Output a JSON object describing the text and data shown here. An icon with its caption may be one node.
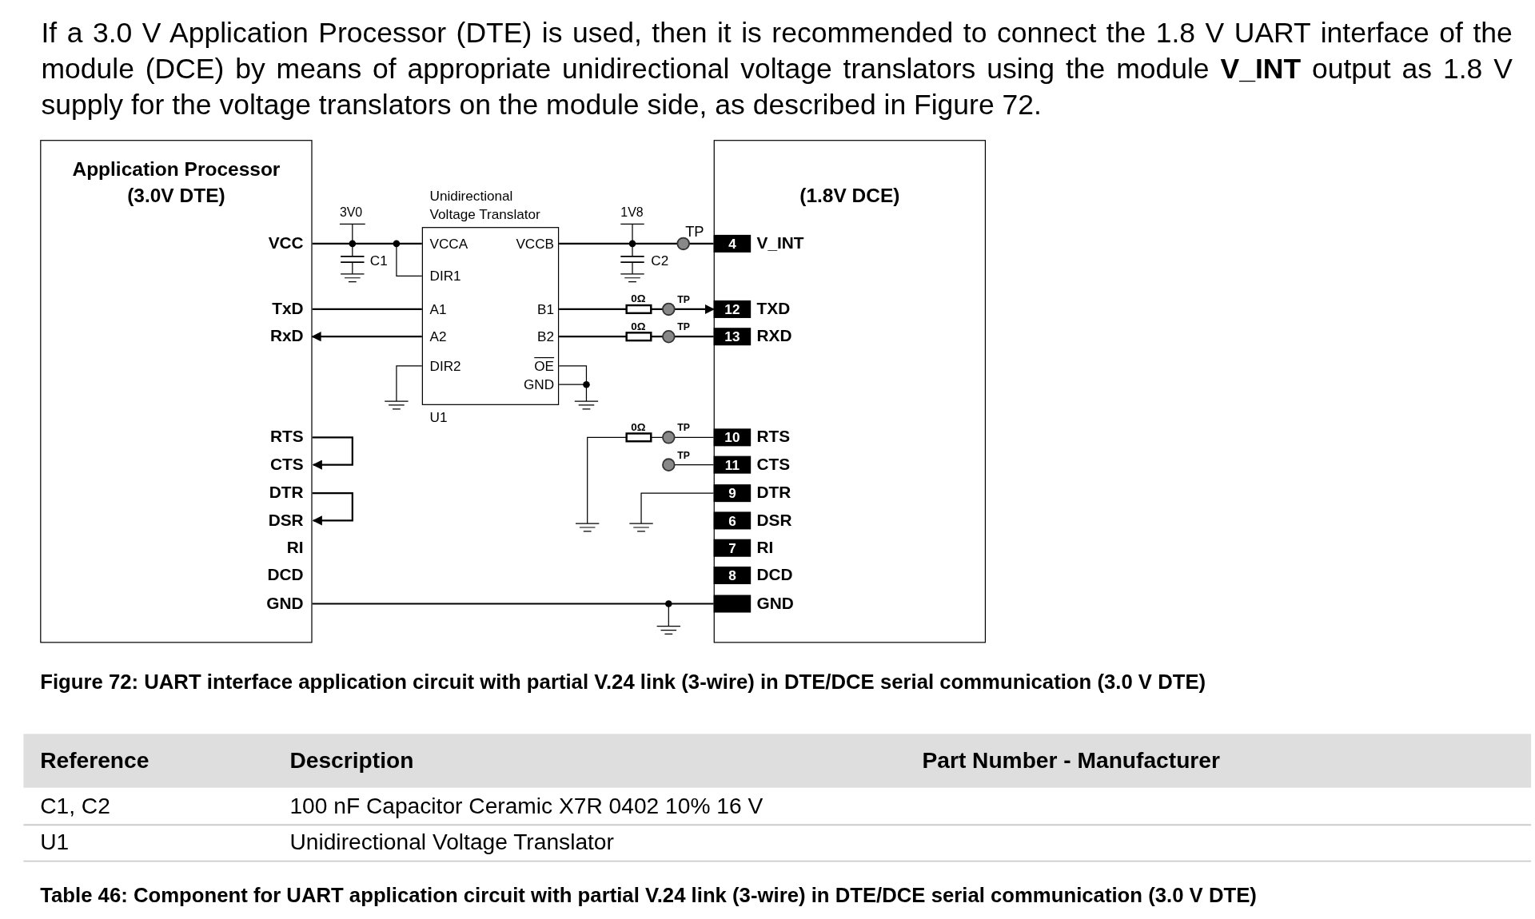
{
  "diagram": {
    "caption": "Figure 72: UART interface application circuit with partial V.24 link (3-wire) in DTE/DCE serial communication (3.0 V DTE)",
    "nodes": [
      {
        "text": [
          "Application Processor (3.0V DTE)"
        ]
      },
      {
        "text": [
          "(1.8V DCE)"
        ]
      },
      {
        "text": [
          "Unidirectional Voltage Translator"
        ],
        "beside": [
          "U1"
        ]
      }
    ],
    "edges": [
      {
        "from": 0,
        "to": 2,
        "arrow": "none"
      },
      {
        "from": 0,
        "to": 2,
        "arrow": "none"
      },
      {
        "from": 2,
        "to": 0,
        "arrow": "to"
      },
      {
        "from": 2,
        "to": 1,
        "arrow": "to"
      },
      {
        "from": 1,
        "to": 2,
        "arrow": "none"
      },
      {
        "from": 2,
        "to": 1,
        "arrow": "none"
      },
      {
        "from": 0,
        "to": 1,
        "arrow": "none"
      },
      {
        "from": 0,
        "to": 0,
        "arrow": "to"
      },
      {
        "from": 0,
        "to": 0,
        "arrow": "to"
      }
    ],
    "labels": [
      "If a 3.0 V Application Processor (DTE) is used, then it is recommended to connect the 1.8 V UART interface of the module (DCE) by means of appropriate unidirectional voltage translators using the module **V_INT** output as 1.8 V supply for the voltage translators on the module side, as described in Figure 72.",
      "VCC",
      "TxD",
      "RxD",
      "RTS",
      "CTS",
      "DTR",
      "DSR",
      "RI",
      "DCD",
      "GND",
      "3V0",
      "C1",
      "VCCA",
      "VCCB",
      "DIR1",
      "A1",
      "B1",
      "A2",
      "B2",
      "DIR2",
      "OE",
      "GND",
      "1V8",
      "C2",
      "TP",
      "0Ω",
      "TP",
      "0Ω",
      "TP",
      "0Ω",
      "TP",
      "TP",
      "4",
      "V_INT",
      "12",
      "TXD",
      "13",
      "RXD",
      "10",
      "RTS",
      "11",
      "CTS",
      "9",
      "DTR",
      "6",
      "DSR",
      "7",
      "RI",
      "8",
      "DCD",
      "GND",
      "Reference",
      "Description",
      "Part Number - Manufacturer",
      "C1, C2",
      "100 nF Capacitor Ceramic X7R 0402 10% 16 V",
      "U1",
      "Unidirectional Voltage Translator",
      "Table 46: Component for UART application circuit with partial V.24 link (3-wire) in DTE/DCE serial communication (3.0 V DTE)"
    ]
  }
}
